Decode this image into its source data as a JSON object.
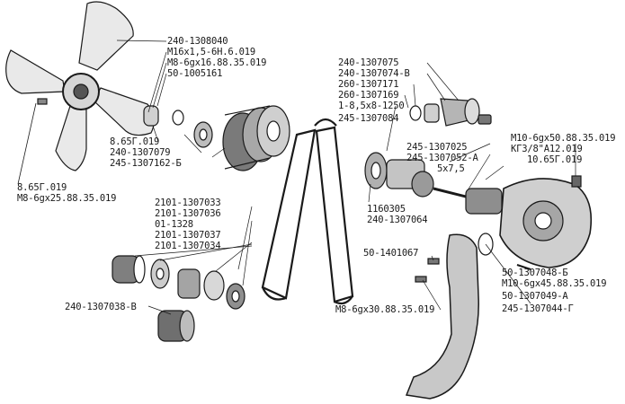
{
  "diagram": {
    "labels": {
      "fan_part": "240-1308040",
      "fan_nut": "М16х1,5-6Н.6.019",
      "fan_bolt_top": "М8-6gх16.88.35.019",
      "fan_washer": "50-1005161",
      "washer_8_left": "8.65Г.019",
      "hub_part": "240-1307079",
      "pulley_part": "245-1307162-Б",
      "washer_8_bottom": "8.65Г.019",
      "bolt_m8_25": "М8-6gх25.88.35.019",
      "right_75": "240-1307075",
      "right_74": "240-1307074-В",
      "right_71": "260-1307171",
      "right_69": "260-1307169",
      "oring": "1-8,5х8-1250",
      "pump_84": "245-1307084",
      "pump_25": "245-1307025",
      "pump_52": "245-1307052-А",
      "key": "5х7,5",
      "bolt_m10_50": "М10-6gх50.88.35.019",
      "plug": "КГ3/8\"А12.019",
      "washer_10": "10.65Г.019",
      "bearing": "1160305",
      "pump_64": "240-1307064",
      "rb_33": "2101-1307033",
      "rb_36": "2101-1307036",
      "rb_01": "01-1328",
      "rb_37": "2101-1307037",
      "rb_34": "2101-1307034",
      "gasket_67": "50-1401067",
      "cover_48": "50-1307048-Б",
      "bolt_m10_45": "М10-6gх45.88.35.019",
      "pipe_49": "50-1307049-А",
      "bolt_m8_30": "М8-6gх30.88.35.019",
      "pipe_44": "245-1307044-Г",
      "bushing_38": "240-1307038-В"
    }
  }
}
